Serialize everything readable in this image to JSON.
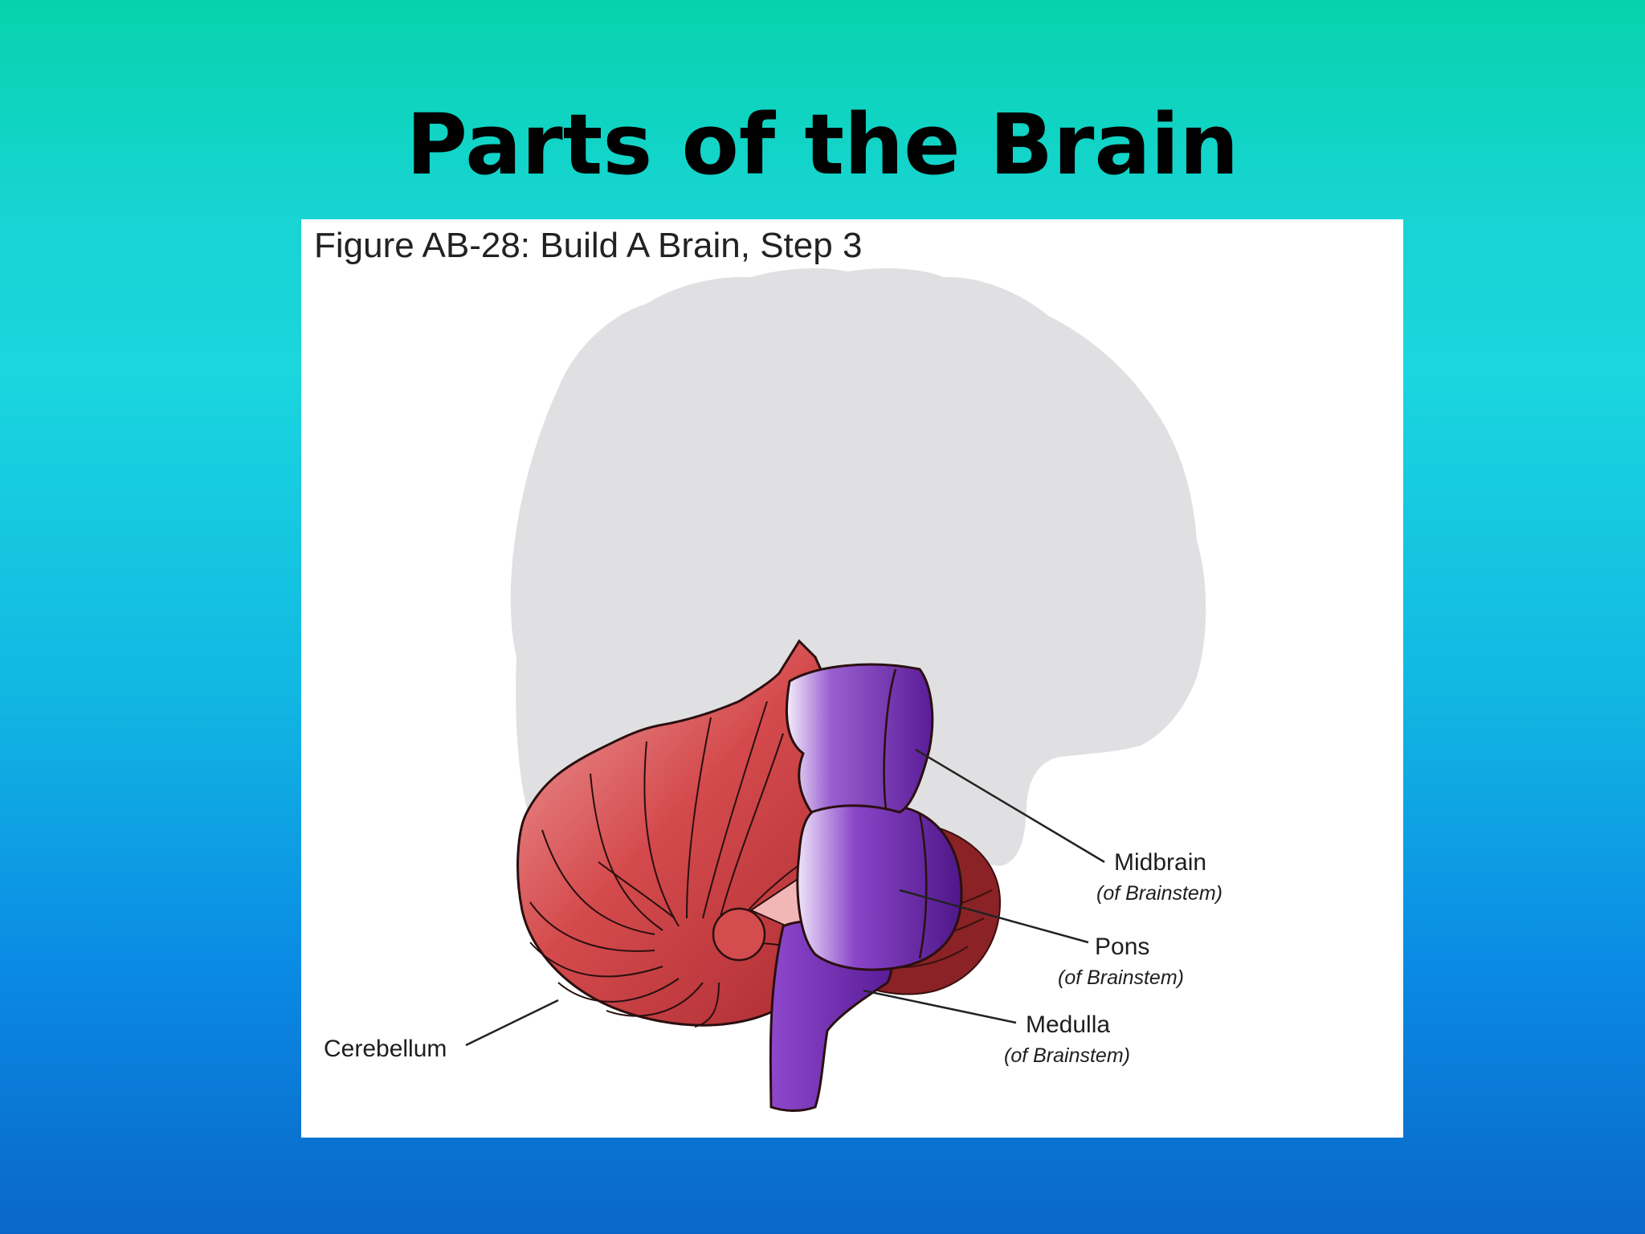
{
  "slide": {
    "title": "Parts of the Brain"
  },
  "figure": {
    "caption": "Figure AB-28: Build A Brain, Step 3",
    "labels": {
      "midbrain": {
        "name": "Midbrain",
        "note": "(of Brainstem)"
      },
      "pons": {
        "name": "Pons",
        "note": "(of Brainstem)"
      },
      "medulla": {
        "name": "Medulla",
        "note": "(of Brainstem)"
      },
      "cerebellum": {
        "name": "Cerebellum"
      }
    },
    "colors": {
      "cerebrum_silhouette": "#e0e0e2",
      "cerebellum": "#d14c4e",
      "brainstem": "#7a33b8",
      "background_top": "#06d3ad",
      "background_bottom": "#0a67c9"
    }
  }
}
